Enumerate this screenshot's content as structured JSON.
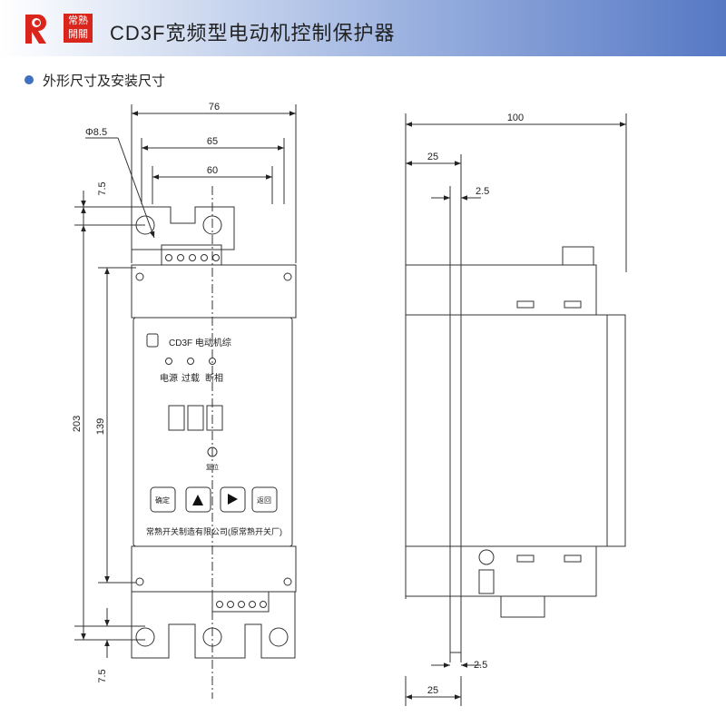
{
  "header": {
    "title": "CD3F宽频型电动机控制保护器",
    "seal_text": [
      "常熟",
      "開關"
    ],
    "logo": "R"
  },
  "section": {
    "title": "外形尺寸及安装尺寸"
  },
  "dimensions": {
    "width_76": "76",
    "width_65": "65",
    "width_60": "60",
    "hole_dia": "Φ8.5",
    "top_7_5": "7.5",
    "height_203": "203",
    "height_139": "139",
    "bottom_7_5": "7.5",
    "depth_100": "100",
    "side_25_top": "25",
    "side_2_5_top": "2.5",
    "side_2_5_bottom": "2.5",
    "side_25_bottom": "25"
  },
  "device": {
    "label": "CD3F 电动机综",
    "indicators": [
      "电源",
      "过载",
      "断相"
    ],
    "reset": "复位",
    "buttons": {
      "confirm": "确定",
      "up": "▲",
      "right": "▶",
      "back": "返回"
    },
    "manufacturer": "常熟开关制造有限公司(原常熟开关厂)"
  },
  "colors": {
    "accent": "#3f70c2",
    "seal": "#d9251c",
    "line": "#333333"
  }
}
